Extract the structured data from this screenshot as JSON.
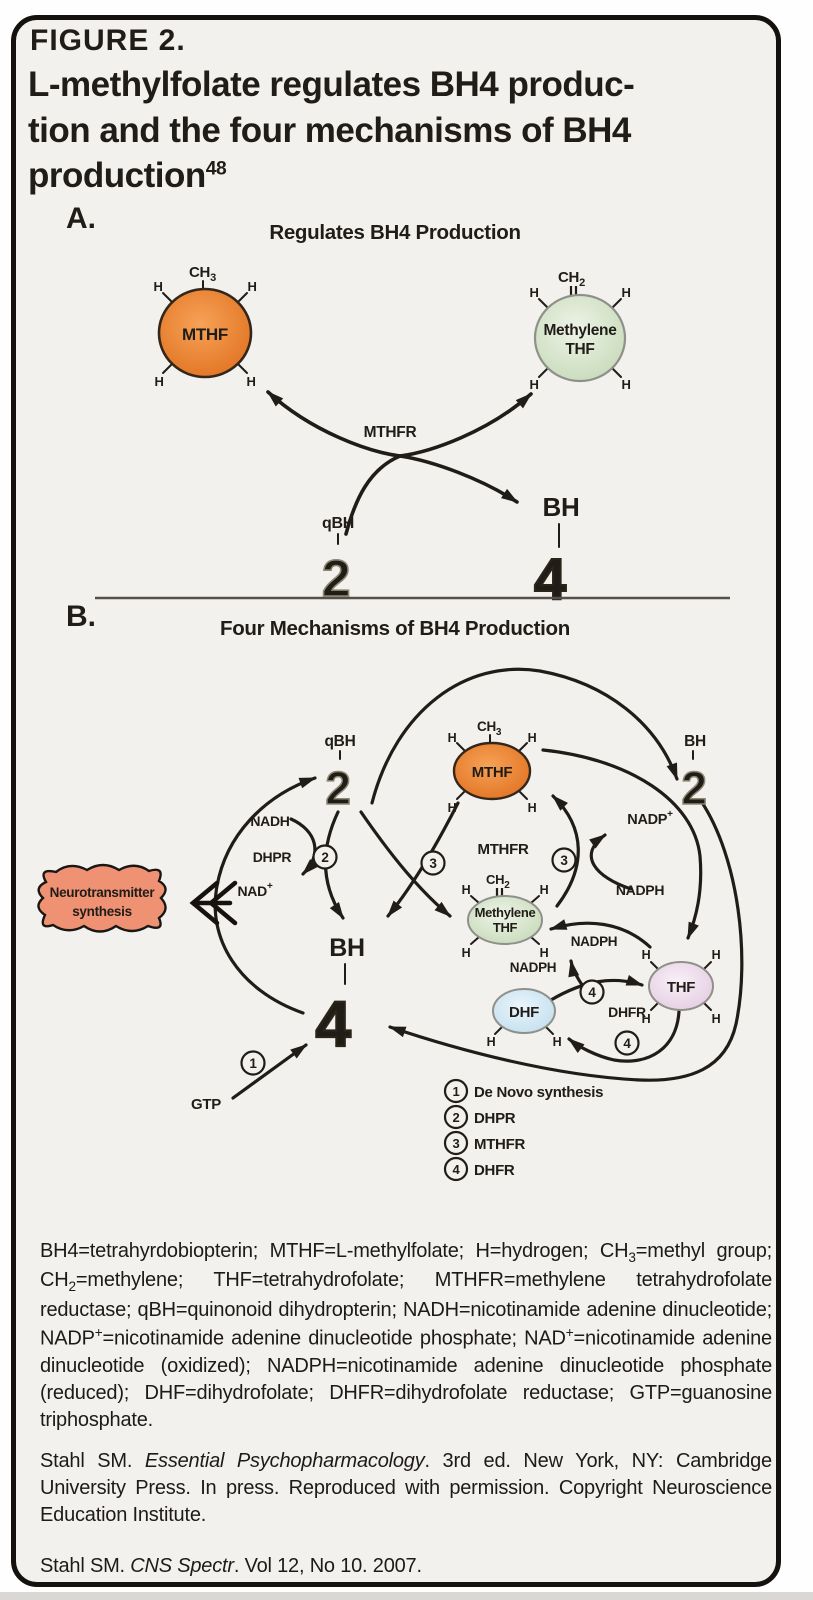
{
  "header": {
    "label": "FIGURE 2.",
    "title_lines": [
      "L-methylfolate regulates BH4 produc-",
      "tion and the four mechanisms of BH4",
      "production"
    ],
    "title_sup": "48"
  },
  "atoms": {
    "h": "H",
    "ch": "CH",
    "sub2": "2",
    "sub3": "3",
    "plus": "+"
  },
  "panel_a": {
    "label": "A.",
    "title": "Regulates BH4 Production",
    "mthf": "MTHF",
    "methylene_line1": "Methylene",
    "methylene_line2": "THF",
    "mthfr": "MTHFR",
    "qbh": "qBH",
    "qbh_num": "2",
    "bh": "BH",
    "bh_num": "4"
  },
  "panel_b": {
    "label": "B.",
    "title": "Four Mechanisms of BH4 Production",
    "qbh": "qBH",
    "qbh_num": "2",
    "bh2": "BH",
    "bh2_num": "2",
    "mthf": "MTHF",
    "mthfr": "MTHFR",
    "methylene_line1": "Methylene",
    "methylene_line2": "THF",
    "nadh": "NADH",
    "dhpr": "DHPR",
    "nad": "NAD",
    "nadp": "NADP",
    "nadph": "NADPH",
    "dhf": "DHF",
    "thf": "THF",
    "dhfr": "DHFR",
    "bh": "BH",
    "bh_num": "4",
    "gtp": "GTP",
    "neuro_line1": "Neurotransmitter",
    "neuro_line2": "synthesis",
    "legend": [
      {
        "num": "1",
        "label": "De Novo synthesis"
      },
      {
        "num": "2",
        "label": "DHPR"
      },
      {
        "num": "3",
        "label": "MTHFR"
      },
      {
        "num": "4",
        "label": "DHFR"
      }
    ]
  },
  "caption_segments": [
    {
      "t": "BH4=tetrahyrdobiopterin; MTHF=L-methylfolate; H=hydrogen; CH"
    },
    {
      "s": "3"
    },
    {
      "t": "=methyl group; CH"
    },
    {
      "s": "2"
    },
    {
      "t": "=methylene; THF=tetrahydrofolate; MTHFR=methylene tetrahydrofolate reductase; qBH=quinonoid dihydropterin; NADH=nicotinamide adenine dinucleotide; NADP"
    },
    {
      "p": "+"
    },
    {
      "t": "=nicotinamide adenine dinucleotide phosphate; NAD"
    },
    {
      "p": "+"
    },
    {
      "t": "=nicotinamide adenine dinucleotide (oxidized); NADPH=nicotinamide adenine dinucleotide phosphate (reduced); DHF=dihydrofolate; DHFR=dihydrofolate reductase; GTP=guanosine triphosphate."
    }
  ],
  "citations": [
    [
      {
        "t": "Stahl SM. "
      },
      {
        "i": "Essential Psychopharmacology"
      },
      {
        "t": ". 3rd ed. New York, NY: Cambridge University Press. In press. Reproduced with permission. Copyright Neuroscience Education Institute."
      }
    ],
    [
      {
        "t": "Stahl SM. "
      },
      {
        "i": "CNS Spectr"
      },
      {
        "t": ". Vol 12, No 10. 2007."
      }
    ]
  ],
  "colors": {
    "background": "#f3f1ed",
    "ink": "#201c17",
    "mthf_center": "#f6a257",
    "mthf_edge": "#e06f1e",
    "mthf_stroke": "#33261a",
    "methylene_center": "#eef4e8",
    "methylene_edge": "#c2d7b3",
    "dhf_center": "#eaf5fb",
    "dhf_edge": "#bedcee",
    "thf_center": "#f8f0f7",
    "thf_edge": "#e2c8df",
    "oval_stroke": "#8f9089",
    "cloud": "#ef9173",
    "bh4_fill": "#f5c30f",
    "bh4_stroke": "#2b2517",
    "qbh2_fill": "#eae5d1",
    "qbh2_stroke": "#8d8872"
  }
}
